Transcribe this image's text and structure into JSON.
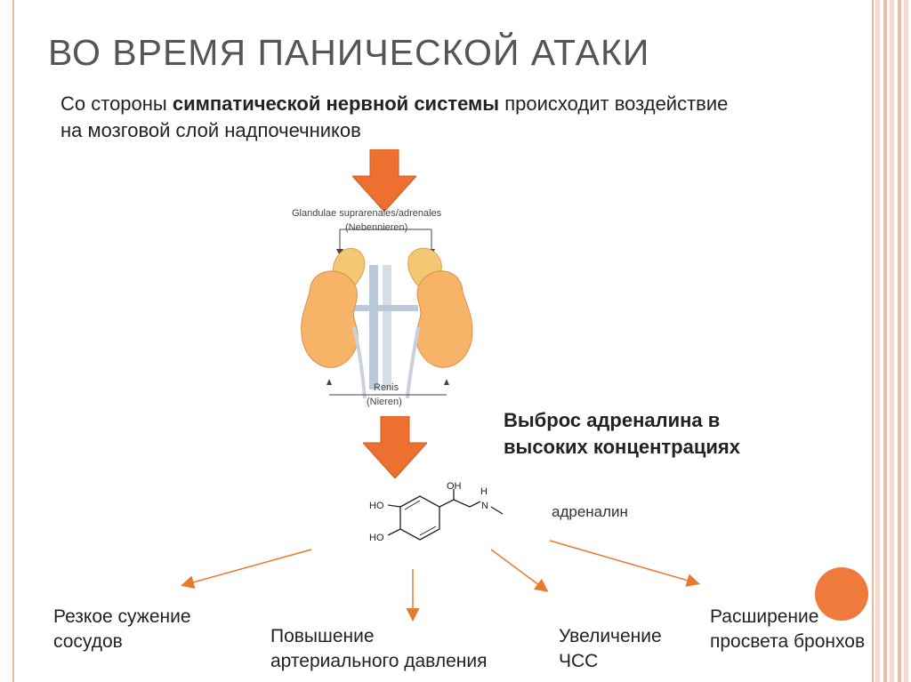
{
  "slide": {
    "title": "ВО ВРЕМЯ ПАНИЧЕСКОЙ АТАКИ",
    "intro": {
      "part1": "Со стороны ",
      "bold": "симпатической нервной системы",
      "part2": " происходит воздействие на мозговой слой надпочечников"
    },
    "figure": {
      "gland_label": "Glandulae suprarenales/adrenales",
      "gland_sub": "(Nebennieren)",
      "renal_label": "Renis",
      "renal_sub": "(Nieren)"
    },
    "release_text": "Выброс адреналина в высоких концентрациях",
    "molecule": {
      "label": "адреналин",
      "ho1": "HO",
      "ho2": "HO",
      "oh": "OH",
      "nh": "H",
      "n": "N"
    },
    "effects": [
      {
        "line1": "Резкое сужение",
        "line2": "сосудов"
      },
      {
        "line1": "Повышение",
        "line2": "артериального давления"
      },
      {
        "line1": "Увеличение",
        "line2": "ЧСС"
      },
      {
        "line1": "Расширение",
        "line2": "просвета бронхов"
      }
    ],
    "colors": {
      "accent": "#f07a3c",
      "arrow": "#e87a2e",
      "border": "#e8b9a6"
    }
  }
}
